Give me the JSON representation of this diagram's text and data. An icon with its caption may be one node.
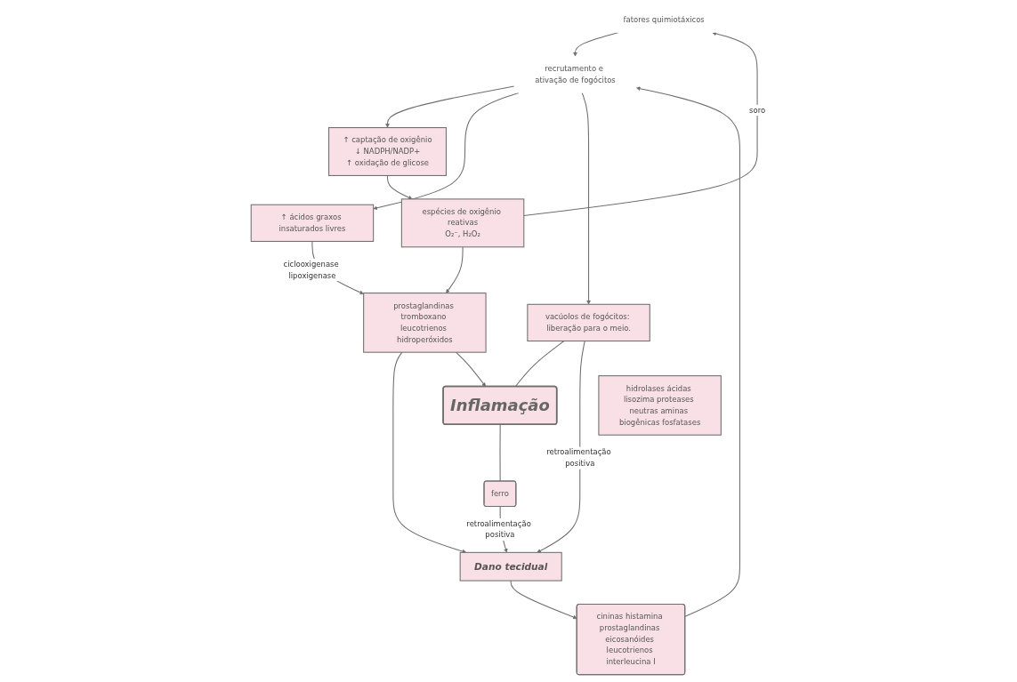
{
  "diagram": {
    "nodes": [
      {
        "text": [
          "Dano tecidual"
        ]
      },
      {
        "text": [
          "cininas histamina prostaglandinas eicosanóides leucotrienos interleucina I"
        ]
      },
      {
        "text": [
          "ferro"
        ]
      },
      {
        "text": [
          "recrutamento e ativação de fogócitos"
        ]
      },
      {
        "text": [
          "↑ captação de oxigênio",
          "↓ NADPH/NADP+",
          "↑ oxidação de glicose"
        ]
      },
      {
        "text": [
          "↑ ácidos graxos insaturados livres"
        ]
      },
      {
        "text": [
          "vacúolos de fogócitos: liberação para o meio."
        ]
      },
      {
        "text": [
          "espécies de oxigênio reativas",
          "O₂⁻, H₂O₂"
        ]
      },
      {
        "text": [
          "prostaglandinas tromboxano leucotrienos hidroperóxidos"
        ]
      },
      {
        "text": [
          "hidrolases ácidas lisozima proteases neutras aminas biogênicas fosfatases"
        ]
      },
      {
        "text": [
          "fatores quimiotáxicos"
        ]
      },
      {
        "text": [
          "Inflamação"
        ]
      }
    ],
    "edges": [
      {
        "from": 0,
        "to": 1,
        "arrow": "to"
      },
      {
        "from": 8,
        "to": 0,
        "arrow": "to"
      },
      {
        "from": 1,
        "to": 3,
        "arrow": "to"
      },
      {
        "from": 3,
        "to": 4,
        "arrow": "to"
      },
      {
        "from": 3,
        "to": 5,
        "arrow": "to"
      },
      {
        "from": 3,
        "to": 6,
        "arrow": "to"
      },
      {
        "from": 10,
        "to": 3,
        "arrow": "to"
      },
      {
        "from": 4,
        "to": 7,
        "arrow": "to"
      },
      {
        "from": 7,
        "to": 10,
        "arrow": "to",
        "label": "soro"
      },
      {
        "from": 7,
        "to": 8,
        "arrow": "to"
      },
      {
        "from": 5,
        "to": 8,
        "arrow": "to",
        "label": "ciclooxigenase lipoxigenase"
      },
      {
        "from": 8,
        "to": 11,
        "arrow": "to"
      },
      {
        "from": 6,
        "to": 11,
        "arrow": "none"
      },
      {
        "from": 6,
        "to": 0,
        "arrow": "to",
        "label": "retroalimentação positiva"
      },
      {
        "from": 11,
        "to": 2,
        "arrow": "none"
      },
      {
        "from": 2,
        "to": 0,
        "arrow": "to",
        "label": "retroalimentação positiva"
      }
    ]
  }
}
